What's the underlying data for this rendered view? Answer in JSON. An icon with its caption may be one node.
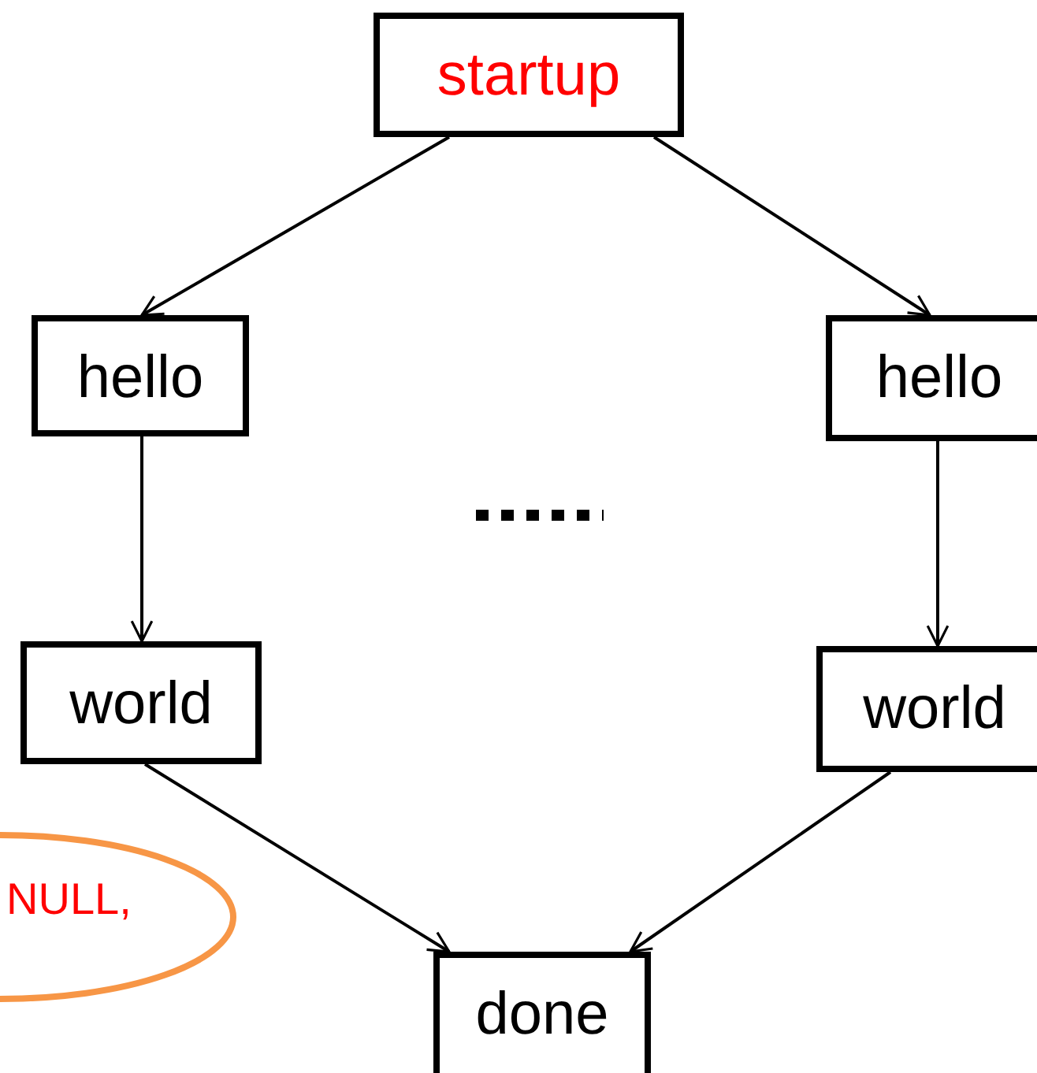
{
  "diagram": {
    "nodes": [
      {
        "text": [
          "startup"
        ]
      },
      {
        "text": [
          "hello"
        ]
      },
      {
        "text": [
          "hello"
        ]
      },
      {
        "text": [
          "world"
        ]
      },
      {
        "text": [
          "world"
        ]
      },
      {
        "text": [
          "done"
        ]
      },
      {
        "text": [
          "NULL,"
        ]
      }
    ],
    "edges": [
      {
        "from": 0,
        "to": 1,
        "arrow": "to"
      },
      {
        "from": 0,
        "to": 2,
        "arrow": "to"
      },
      {
        "from": 1,
        "to": 3,
        "arrow": "to"
      },
      {
        "from": 2,
        "to": 4,
        "arrow": "to"
      },
      {
        "from": 3,
        "to": 5,
        "arrow": "to"
      },
      {
        "from": 4,
        "to": 5,
        "arrow": "to"
      }
    ]
  }
}
